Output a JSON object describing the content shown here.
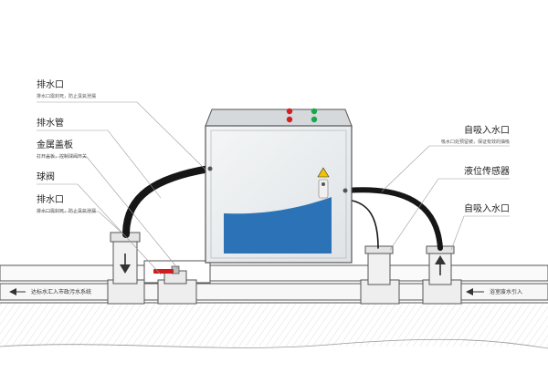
{
  "callouts": {
    "outlet_top": {
      "title": "排水口",
      "desc": "排水口需封死，防止臭氣泄漏"
    },
    "drain_pipe": {
      "title": "排水管"
    },
    "metal_cover": {
      "title": "金属盖板",
      "desc": "打开盖板，控制球阀开关"
    },
    "ball_valve": {
      "title": "球阀"
    },
    "outlet_bottom": {
      "title": "排水口",
      "desc": "排水口需封死，防止臭氣泄漏"
    },
    "inlet_top": {
      "title": "自吸入水口",
      "desc": "吸水口处预留被，保证有效的抽吸"
    },
    "level_sensor": {
      "title": "液位传感器"
    },
    "inlet_bottom": {
      "title": "自吸入水口"
    }
  },
  "flow": {
    "left": "达标水汇入市政污水系统",
    "right": "浴室废水引入"
  },
  "colors": {
    "water": "#2b73b6",
    "hose": "#161616",
    "valve": "#d11d1d",
    "cabinet": "#e9ecee",
    "warning": "#f2c300"
  },
  "icons": {
    "warning": "warning-triangle-icon",
    "arrow_down": "arrow-down-icon",
    "arrow_up": "arrow-up-icon",
    "arrow_left": "arrow-left-icon"
  }
}
